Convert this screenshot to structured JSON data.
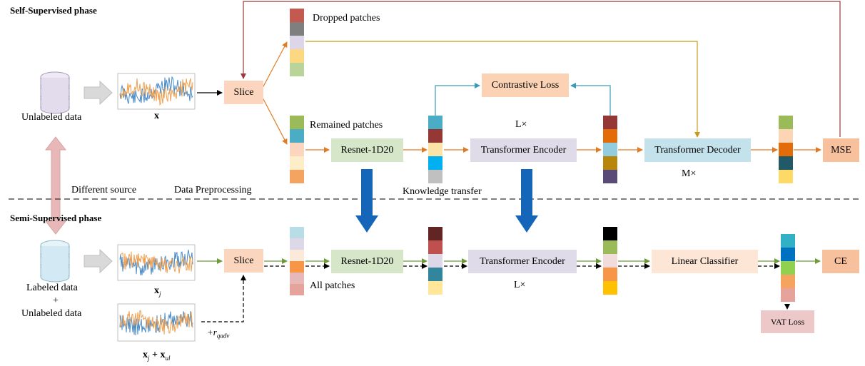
{
  "phases": {
    "self_supervised": "Self-Supervised phase",
    "semi_supervised": "Semi-Supervised phase"
  },
  "labels": {
    "unlabeled_data": "Unlabeled data",
    "labeled_data": "Labeled data",
    "plus": "+",
    "unlabeled_data_2": "Unlabeled data",
    "x_top": "x",
    "x_j_base": "x",
    "x_j_sub": "j",
    "x_sum_base_1": "x",
    "x_sum_sub_1": "j",
    "x_sum_plus": " + x",
    "x_sum_sub_2": "ul",
    "r_qadv_prefix": "+r",
    "r_qadv_sub": "qadv",
    "dropped_patches": "Dropped patches",
    "remained_patches": "Remained patches",
    "all_patches": "All patches",
    "different_source": "Different source",
    "data_preprocessing": "Data Preprocessing",
    "knowledge_transfer": "Knowledge transfer",
    "l_times_top": "L×",
    "m_times": "M×",
    "l_times_bottom": "L×"
  },
  "boxes": {
    "slice_top": "Slice",
    "slice_bottom": "Slice",
    "resnet_top": "Resnet-1D20",
    "resnet_bottom": "Resnet-1D20",
    "contrastive_loss": "Contrastive Loss",
    "transformer_encoder_top": "Transformer Encoder",
    "transformer_encoder_bottom": "Transformer Encoder",
    "transformer_decoder": "Transformer Decoder",
    "mse": "MSE",
    "linear_classifier": "Linear Classifier",
    "ce": "CE",
    "vat_loss": "VAT Loss"
  },
  "colors": {
    "slice_fill": "#fbd5bd",
    "resnet_fill": "#d6e6c9",
    "encoder_fill": "#dfdbe8",
    "decoder_fill": "#c4e2ec",
    "contrastive_fill": "#fbd2b4",
    "mse_fill": "#f8c19d",
    "linear_fill": "#fde6d6",
    "vat_fill": "#ecc8c9",
    "orange_arrow": "#e07b24",
    "teal_arrow": "#3a9cb8",
    "gold_arrow": "#c89a1e",
    "red_arrow": "#9a3a3a",
    "green_arrow": "#6e9a3a",
    "blue_arrow": "#1566b8",
    "db_top": "#e3dcec",
    "db_bottom": "#d3e9f3",
    "source_arrow": "#e8b8b8"
  },
  "patches": {
    "dropped": [
      "#c45a4f",
      "#7f7f7f",
      "#ddd6e8",
      "#fcd980",
      "#b8d49a"
    ],
    "remained": [
      "#9bbb59",
      "#4bacc6",
      "#fbd5bd",
      "#fdeec9",
      "#f4a460"
    ],
    "after_resnet_top": [
      "#4bacc6",
      "#953735",
      "#fce4a8",
      "#00b0f0",
      "#c0c0c0"
    ],
    "after_encoder_top": [
      "#953735",
      "#e36c09",
      "#93cddd",
      "#b8860b",
      "#5a4a78"
    ],
    "after_decoder": [
      "#9bbb59",
      "#fcd5b5",
      "#e36c09",
      "#215967",
      "#ffd966"
    ],
    "all_patches": [
      "#b7dee8",
      "#dcd8e8",
      "#fde9d9",
      "#f79646",
      "#e6b9b8",
      "#e6a39b"
    ],
    "after_resnet_bottom": [
      "#632523",
      "#c0504d",
      "#dcd8e8",
      "#31859c",
      "#ffe699"
    ],
    "after_encoder_bottom": [
      "#000000",
      "#9bbb59",
      "#f2dcdb",
      "#f79646",
      "#ffc000"
    ],
    "after_linear": [
      "#31b0c6",
      "#0070c0",
      "#92d050",
      "#f4a460",
      "#e6a39b"
    ]
  }
}
